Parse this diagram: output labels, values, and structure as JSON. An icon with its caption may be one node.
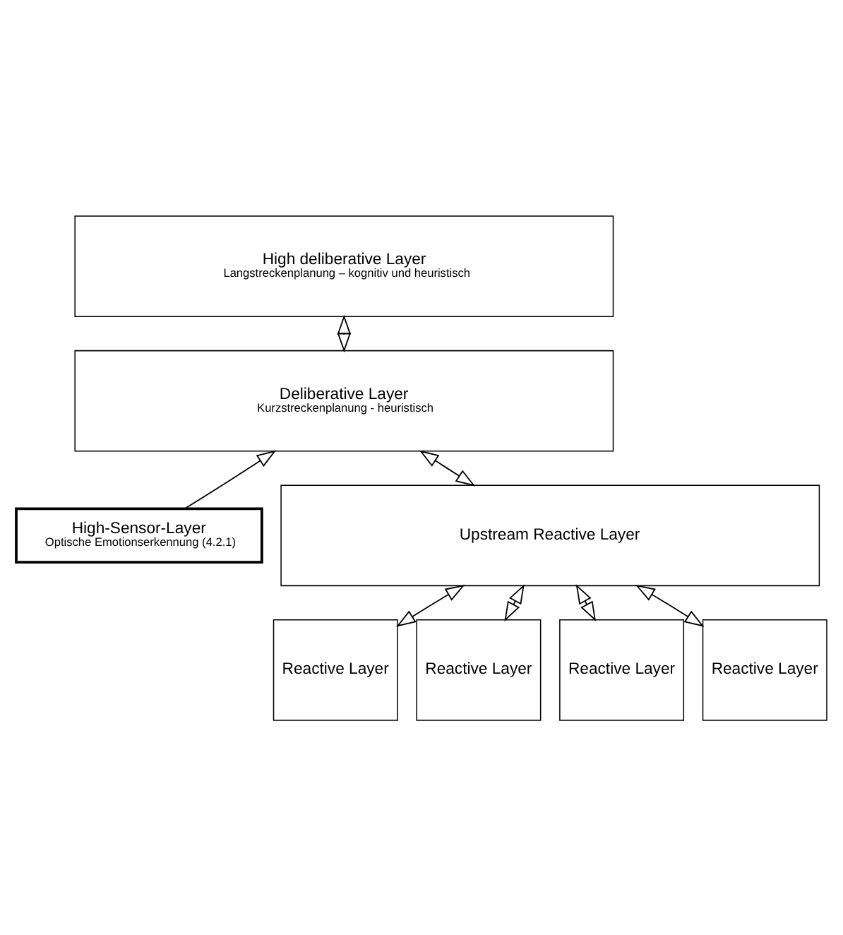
{
  "diagram": {
    "nodes": [
      {
        "text": [
          "High deliberative Layer",
          "Langstreckenplanung – kognitiv und heuristisch"
        ]
      },
      {
        "text": [
          "Deliberative Layer",
          "Kurzstreckenplanung - heuristisch"
        ]
      },
      {
        "text": [
          "High-Sensor-Layer",
          "Optische Emotionserkennung (4.2.1)"
        ]
      },
      {
        "text": [
          "Upstream Reactive Layer"
        ]
      },
      {
        "text": [
          "Reactive Layer"
        ]
      },
      {
        "text": [
          "Reactive Layer"
        ]
      },
      {
        "text": [
          "Reactive Layer"
        ]
      },
      {
        "text": [
          "Reactive Layer"
        ]
      }
    ],
    "edges": [
      {
        "from": 0,
        "to": 1,
        "arrow": "both"
      },
      {
        "from": 1,
        "to": 3,
        "arrow": "both"
      },
      {
        "from": 2,
        "to": 1,
        "arrow": "to"
      },
      {
        "from": 3,
        "to": 4,
        "arrow": "both"
      },
      {
        "from": 3,
        "to": 5,
        "arrow": "both"
      },
      {
        "from": 3,
        "to": 6,
        "arrow": "both"
      },
      {
        "from": 3,
        "to": 7,
        "arrow": "both"
      }
    ]
  }
}
